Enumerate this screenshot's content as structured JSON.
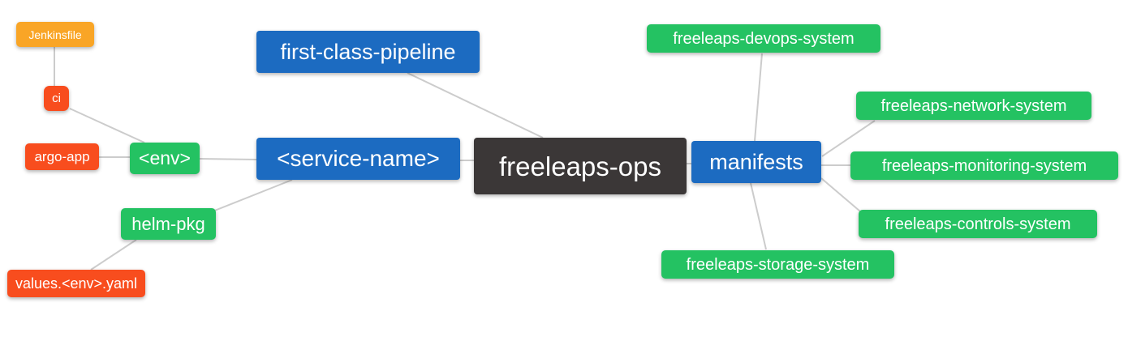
{
  "colors": {
    "blue": "#1c6bc1",
    "green": "#24c262",
    "red": "#f84d1e",
    "amber": "#f9a526",
    "dark": "#3b3737",
    "edge": "#cccccc"
  },
  "nodes": {
    "root": {
      "label": "freeleaps-ops"
    },
    "pipeline": {
      "label": "first-class-pipeline"
    },
    "service": {
      "label": "<service-name>"
    },
    "manifests": {
      "label": "manifests"
    },
    "env": {
      "label": "<env>"
    },
    "helm_pkg": {
      "label": "helm-pkg"
    },
    "ci": {
      "label": "ci"
    },
    "argo_app": {
      "label": "argo-app"
    },
    "jenkinsfile": {
      "label": "Jenkinsfile"
    },
    "values": {
      "label": "values.<env>.yaml"
    },
    "devops": {
      "label": "freeleaps-devops-system"
    },
    "network": {
      "label": "freeleaps-network-system"
    },
    "monitoring": {
      "label": "freeleaps-monitoring-system"
    },
    "controls": {
      "label": "freeleaps-controls-system"
    },
    "storage": {
      "label": "freeleaps-storage-system"
    }
  },
  "edges": [
    [
      "jenkinsfile",
      "ci"
    ],
    [
      "ci",
      "env"
    ],
    [
      "argo_app",
      "env"
    ],
    [
      "env",
      "service"
    ],
    [
      "service",
      "helm_pkg"
    ],
    [
      "helm_pkg",
      "values"
    ],
    [
      "service",
      "root"
    ],
    [
      "pipeline",
      "root"
    ],
    [
      "root",
      "manifests"
    ],
    [
      "manifests",
      "devops"
    ],
    [
      "manifests",
      "network"
    ],
    [
      "manifests",
      "monitoring"
    ],
    [
      "manifests",
      "controls"
    ],
    [
      "manifests",
      "storage"
    ]
  ]
}
